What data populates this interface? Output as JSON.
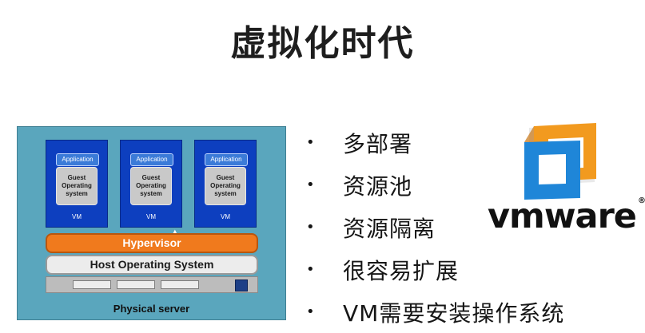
{
  "title": "虚拟化时代",
  "diagram": {
    "vms": [
      {
        "app": "Application",
        "os": "Guest Operating system",
        "label": "VM"
      },
      {
        "app": "Application",
        "os": "Guest Operating system",
        "label": "VM"
      },
      {
        "app": "Application",
        "os": "Guest Operating system",
        "label": "VM"
      }
    ],
    "hypervisor": "Hypervisor",
    "host_os": "Host Operating System",
    "physical": "Physical server"
  },
  "bullets": [
    {
      "bullet": "•",
      "text": "多部署"
    },
    {
      "bullet": "•",
      "text": "资源池"
    },
    {
      "bullet": "•",
      "text": "资源隔离"
    },
    {
      "bullet": "•",
      "text": "很容易扩展"
    },
    {
      "bullet": "•",
      "text": "VM需要安装操作系统"
    }
  ],
  "logo": {
    "text": "vmware",
    "mark": "®"
  },
  "colors": {
    "diagram_bg": "#5aa6bd",
    "vm_bg": "#0d3fbf",
    "hypervisor": "#f07a1d",
    "logo_orange": "#f29a1f",
    "logo_blue": "#1f86d8"
  }
}
